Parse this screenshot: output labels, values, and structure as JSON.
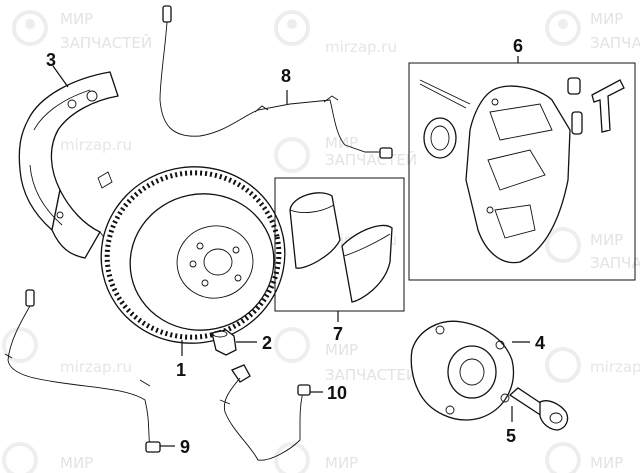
{
  "watermark": {
    "brand_line1": "МИР",
    "brand_line2": "ЗАПЧАСТЕЙ",
    "url": "mirzap.ru"
  },
  "callouts": {
    "c1": "1",
    "c2": "2",
    "c3": "3",
    "c4": "4",
    "c5": "5",
    "c6": "6",
    "c7": "7",
    "c8": "8",
    "c9": "9",
    "c10": "10"
  },
  "colors": {
    "line": "#111111",
    "watermark": "#e3e3e3"
  }
}
